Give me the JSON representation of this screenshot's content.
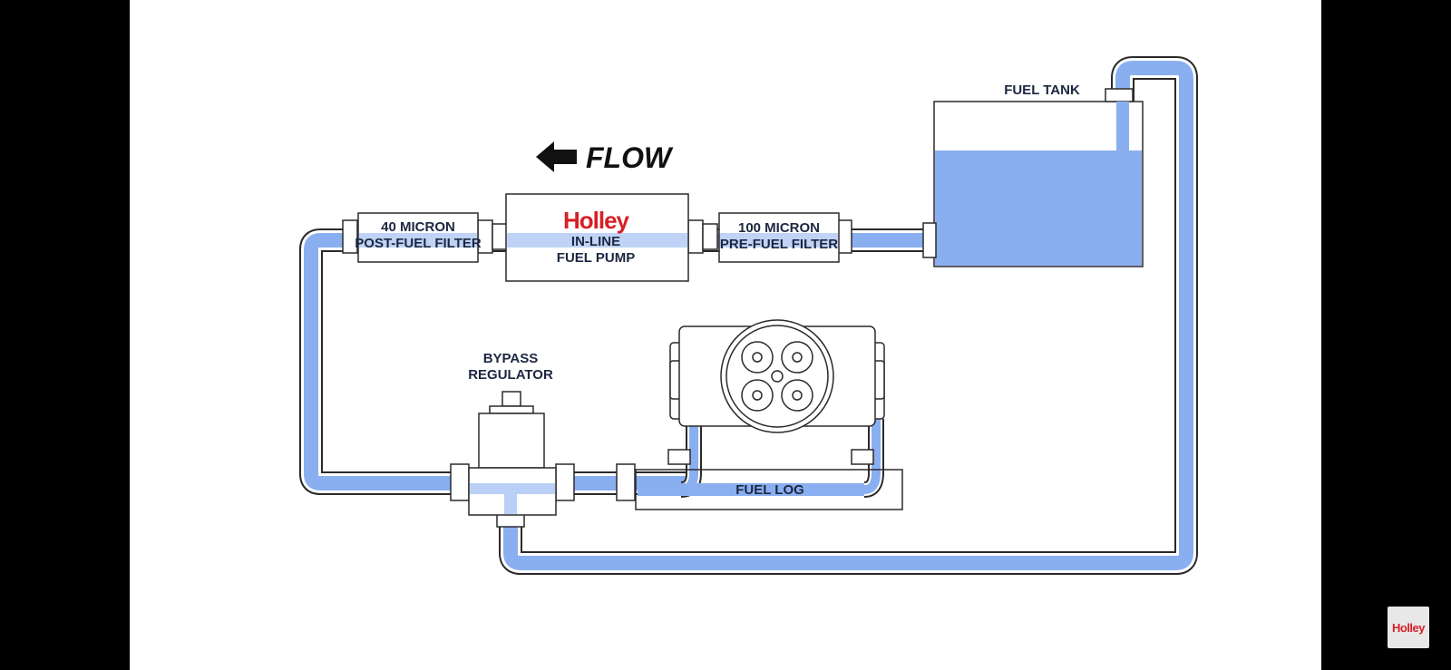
{
  "flow": {
    "label": "FLOW"
  },
  "components": {
    "post_filter": {
      "line1": "40 MICRON",
      "line2": "POST-FUEL FILTER"
    },
    "pump": {
      "brand": "Holley",
      "line1": "IN-LINE",
      "line2": "FUEL PUMP"
    },
    "pre_filter": {
      "line1": "100 MICRON",
      "line2": "PRE-FUEL FILTER"
    },
    "tank": {
      "label": "FUEL TANK"
    },
    "regulator": {
      "line1": "BYPASS",
      "line2": "REGULATOR"
    },
    "fuel_log": {
      "label": "FUEL LOG"
    }
  },
  "watermark": {
    "brand": "Holley"
  },
  "colors": {
    "fuel": "#8aaff0",
    "outline": "#2a2a2a",
    "brand": "#d62027"
  }
}
